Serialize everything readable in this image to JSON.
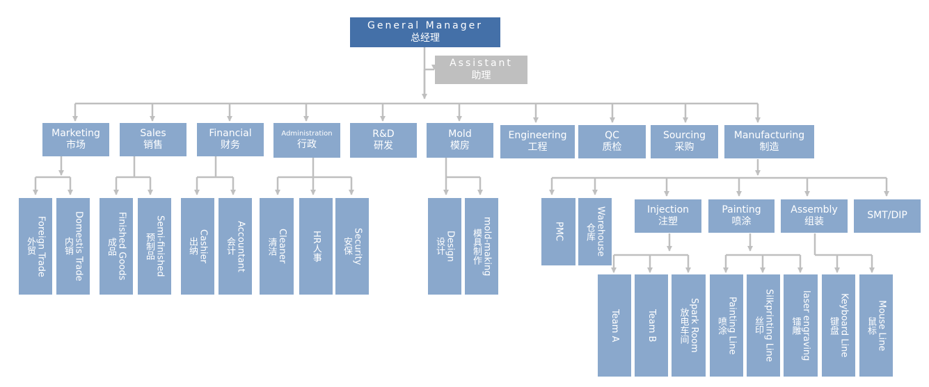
{
  "top": {
    "gm": {
      "en": "General Manager",
      "zh": "总经理"
    },
    "assistant": {
      "en": "Assistant",
      "zh": "助理"
    }
  },
  "departments": {
    "marketing": {
      "en": "Marketing",
      "zh": "市场"
    },
    "sales": {
      "en": "Sales",
      "zh": "销售"
    },
    "financial": {
      "en": "Financial",
      "zh": "财务"
    },
    "administration": {
      "en": "Administration",
      "zh": "行政"
    },
    "rnd": {
      "en": "R&D",
      "zh": "研发"
    },
    "mold": {
      "en": "Mold",
      "zh": "模房"
    },
    "engineering": {
      "en": "Engineering",
      "zh": "工程"
    },
    "qc": {
      "en": "QC",
      "zh": "质检"
    },
    "sourcing": {
      "en": "Sourcing",
      "zh": "采购"
    },
    "manufacturing": {
      "en": "Manufacturing",
      "zh": "制造"
    }
  },
  "sub": {
    "foreign_trade": {
      "en": "Foreign Trade",
      "zh": "外贸"
    },
    "domestis_trade": {
      "en": "Domestis Trade",
      "zh": "内销"
    },
    "finished_goods": {
      "en": "Finished Goods",
      "zh": "成品"
    },
    "semi_finished": {
      "en": "Semi-finished",
      "zh": "预制品"
    },
    "cashier": {
      "en": "Cashier",
      "zh": "出纳"
    },
    "accountant": {
      "en": "Accountant",
      "zh": "会计"
    },
    "cleaner": {
      "en": "Cleaner",
      "zh": "清洁"
    },
    "hr": {
      "en": "HR",
      "zh": "人事"
    },
    "security": {
      "en": "Security",
      "zh": "安保"
    },
    "design": {
      "en": "Design",
      "zh": "设计"
    },
    "mold_making": {
      "en": "mold-making",
      "zh": "模具制作"
    },
    "pmc": {
      "en": "PMC",
      "zh": ""
    },
    "warehouse": {
      "en": "Warehouse",
      "zh": "仓库"
    },
    "injection": {
      "en": "Injection",
      "zh": "注塑"
    },
    "painting": {
      "en": "Painting",
      "zh": "喷涂"
    },
    "assembly": {
      "en": "Assembly",
      "zh": "组装"
    },
    "smt_dip": {
      "en": "SMT/DIP",
      "zh": ""
    }
  },
  "teams": {
    "team_a": {
      "en": "Team A",
      "zh": ""
    },
    "team_b": {
      "en": "Team B",
      "zh": ""
    },
    "spark_room": {
      "en": "Spark Room",
      "zh": "放电车间"
    },
    "painting_line": {
      "en": "Painting Line",
      "zh": "喷涂"
    },
    "silkprinting_line": {
      "en": "Silkprinting Line",
      "zh": "丝印"
    },
    "laser_engraving": {
      "en": "laser engraving",
      "zh": "镭雕"
    },
    "keyboard_line": {
      "en": "Keyboard Line",
      "zh": "键盘"
    },
    "mouse_line": {
      "en": "Mouse Line",
      "zh": "鼠标"
    }
  },
  "colors": {
    "box": "#8aa8cc",
    "gm_box": "#4470a8",
    "assistant_box": "#bfbfbf",
    "connector": "#bfbfbf",
    "text": "#ffffff"
  }
}
